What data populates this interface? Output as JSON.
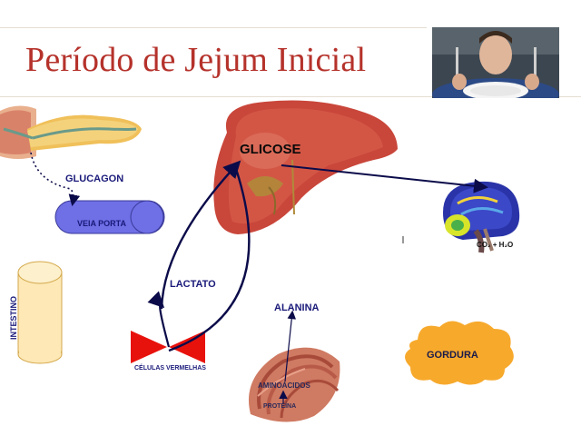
{
  "title": "Período de Jejum Inicial",
  "labels": {
    "glucagon": "GLUCAGON",
    "veia_porta": "VEIA PORTA",
    "glicose": "GLICOSE",
    "lactato": "LACTATO",
    "alanina": "ALANINA",
    "celulas_vermelhas": "CÉLULAS VERMELHAS",
    "aminoacidos": "AMINOÁCIDOS",
    "proteina": "PROTEÍNA",
    "co2_h2o": "CO₂ + H₂O",
    "gordura": "GORDURA",
    "intestino": "INTESTINO"
  },
  "colors": {
    "title": "#b5322b",
    "liver": "#c9463a",
    "veia_porta": "#6f6fe6",
    "red_cells": "#e8120c",
    "gordura": "#f7a92c",
    "intestino": "#fde8b6",
    "arrows": "#0b0b4a"
  }
}
